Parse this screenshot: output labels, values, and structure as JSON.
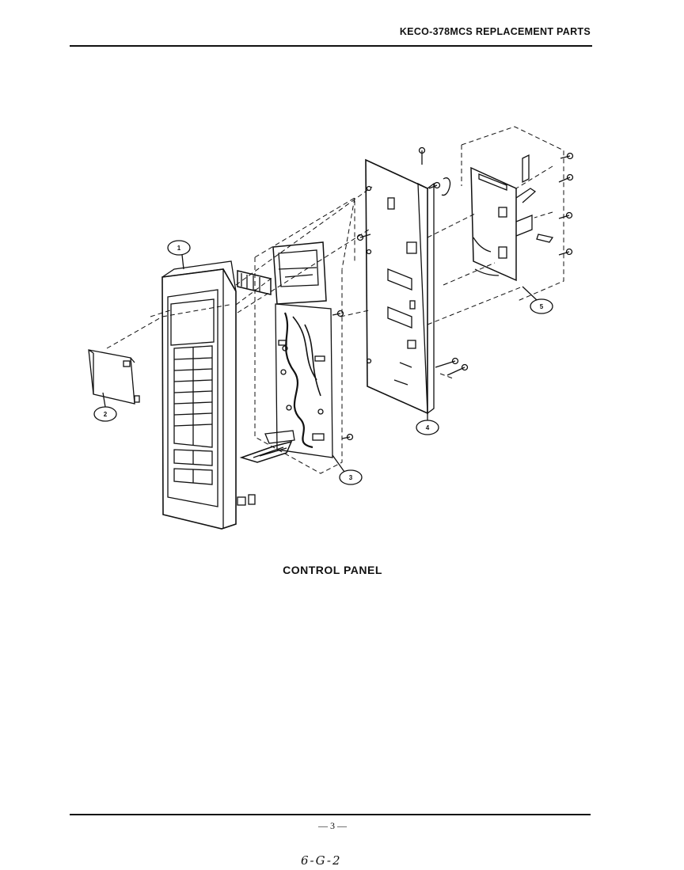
{
  "header": {
    "title": "KECO-378MCS REPLACEMENT PARTS"
  },
  "diagram": {
    "caption": "CONTROL PANEL",
    "callouts": [
      "1",
      "2",
      "3",
      "4",
      "5"
    ]
  },
  "footer": {
    "page_number": "— 3 —",
    "handwritten_code": "6-G-2"
  }
}
